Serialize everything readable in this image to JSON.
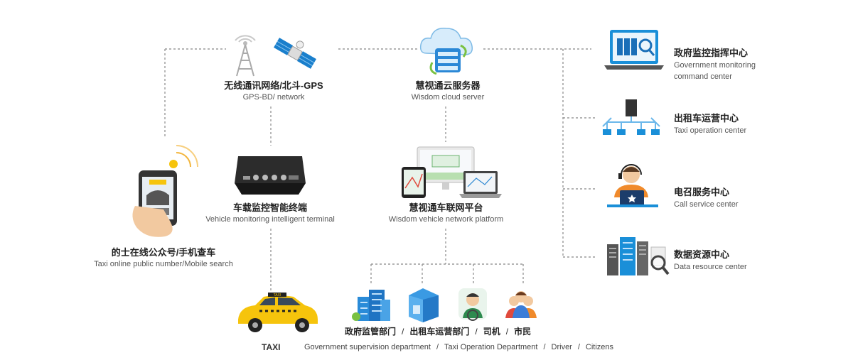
{
  "nodes": {
    "network": {
      "zh": "无线通讯网络/北斗-GPS",
      "en": "GPS-BD/ network"
    },
    "cloud": {
      "zh": "慧视通云服务器",
      "en": "Wisdom cloud server"
    },
    "terminal": {
      "zh": "车载监控智能终端",
      "en": "Vehicle monitoring intelligent terminal"
    },
    "platform": {
      "zh": "慧视通车联网平台",
      "en": "Wisdom vehicle network platform"
    },
    "mobile": {
      "zh": "的士在线公众号/手机查车",
      "en": "Taxi online public number/Mobile search"
    },
    "taxi": {
      "label": "TAXI",
      "sign": "TAXI"
    }
  },
  "right_nodes": [
    {
      "zh": "政府监控指挥中心",
      "en1": "Government monitoring",
      "en2": "command center"
    },
    {
      "zh": "出租车运营中心",
      "en1": "Taxi operation center",
      "en2": ""
    },
    {
      "zh": "电召服务中心",
      "en1": "Call service center",
      "en2": ""
    },
    {
      "zh": "数据资源中心",
      "en1": "Data resource center",
      "en2": ""
    }
  ],
  "bottom_groups": {
    "zh": [
      "政府监管部门",
      "出租车运营部门",
      "司机",
      "市民"
    ],
    "en": [
      "Government supervision department",
      "Taxi Operation Department",
      "Driver",
      "Citizens"
    ],
    "separator": "/"
  },
  "colors": {
    "line": "#9a9a9a",
    "accent_blue": "#1a8fd8",
    "taxi_yellow": "#f6c40c"
  },
  "icons": {
    "network": "antenna-satellite-icon",
    "cloud": "cloud-server-icon",
    "terminal": "dvr-terminal-icon",
    "platform": "devices-platform-icon",
    "mobile": "smartphone-hand-icon",
    "taxi": "taxi-car-icon",
    "gov_dept": "buildings-icon",
    "taxi_dept": "office-cube-icon",
    "driver": "driver-icon",
    "citizens": "people-icon",
    "command_center": "laptop-monitor-icon",
    "operation_center": "network-tree-icon",
    "call_center": "call-agent-icon",
    "data_center": "server-rack-icon"
  }
}
